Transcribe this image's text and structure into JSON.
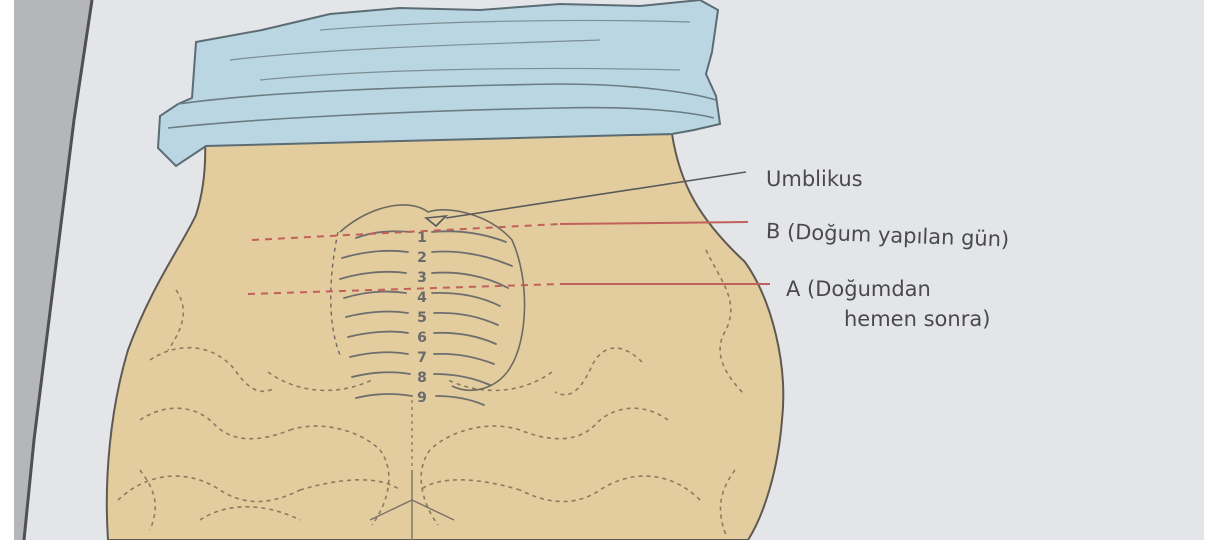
{
  "labels": {
    "umbilicus": "Umblikus",
    "line_b": "B (Doğum yapılan gün)",
    "line_a_1": "A (Doğumdan",
    "line_a_2": "hemen sonra)"
  },
  "scale_numbers": [
    "1",
    "2",
    "3",
    "4",
    "5",
    "6",
    "7",
    "8",
    "9"
  ],
  "colors": {
    "page": "#e3e5e8",
    "page_edge": "#4f4f55",
    "skin": "#e3cd9f",
    "skin_outline": "#5e5a52",
    "cloth": "#b9d6e2",
    "cloth_outline": "#5c6c74",
    "reference_line": "#c2605c",
    "arcs": "#6e6e6e",
    "text": "#4a4a4c"
  }
}
